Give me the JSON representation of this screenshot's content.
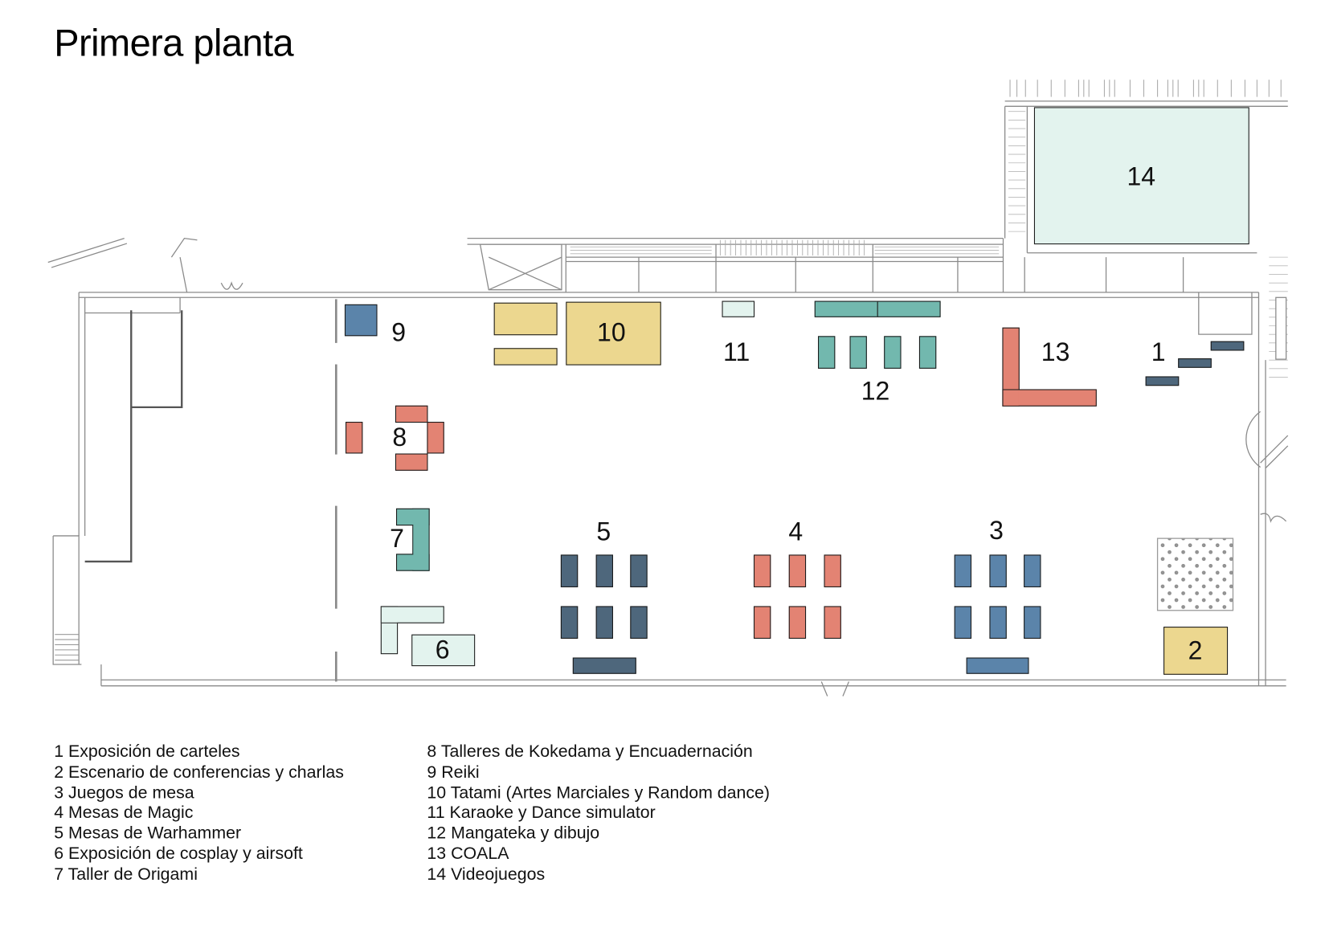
{
  "title": "Primera planta",
  "colors": {
    "yellow": "#ecd78f",
    "blue": "#5b84aa",
    "dark_slate": "#4e677c",
    "coral": "#e38373",
    "teal": "#72b8ae",
    "mint": "#e3f3ee"
  },
  "zones": [
    {
      "id": 1,
      "label": "1",
      "name": "Exposición de carteles",
      "color": "dark_slate"
    },
    {
      "id": 2,
      "label": "2",
      "name": "Escenario de conferencias y charlas",
      "color": "yellow"
    },
    {
      "id": 3,
      "label": "3",
      "name": "Juegos de mesa",
      "color": "blue"
    },
    {
      "id": 4,
      "label": "4",
      "name": "Mesas de Magic",
      "color": "coral"
    },
    {
      "id": 5,
      "label": "5",
      "name": "Mesas de Warhammer",
      "color": "dark_slate"
    },
    {
      "id": 6,
      "label": "6",
      "name": "Exposición de cosplay y airsoft",
      "color": "mint"
    },
    {
      "id": 7,
      "label": "7",
      "name": "Taller de Origami",
      "color": "teal"
    },
    {
      "id": 8,
      "label": "8",
      "name": "Talleres de Kokedama y Encuadernación",
      "color": "coral"
    },
    {
      "id": 9,
      "label": "9",
      "name": "Reiki",
      "color": "blue"
    },
    {
      "id": 10,
      "label": "10",
      "name": "Tatami (Artes Marciales y Random dance)",
      "color": "yellow"
    },
    {
      "id": 11,
      "label": "11",
      "name": "Karaoke y Dance simulator",
      "color": "mint"
    },
    {
      "id": 12,
      "label": "12",
      "name": "Mangateka y dibujo",
      "color": "teal"
    },
    {
      "id": 13,
      "label": "13",
      "name": "COALA",
      "color": "coral"
    },
    {
      "id": 14,
      "label": "14",
      "name": "Videojuegos",
      "color": "mint"
    }
  ],
  "legend": {
    "col1": [
      "1 Exposición de carteles",
      "2 Escenario de conferencias y charlas",
      "3 Juegos de mesa",
      "4 Mesas de Magic",
      "5 Mesas de Warhammer",
      "6 Exposición de cosplay y airsoft",
      "7 Taller de Origami"
    ],
    "col2": [
      "8 Talleres de Kokedama y Encuadernación",
      "9 Reiki",
      "10 Tatami (Artes Marciales y Random dance)",
      "11 Karaoke y Dance simulator",
      "12 Mangateka y dibujo",
      "13 COALA",
      "14 Videojuegos"
    ]
  }
}
